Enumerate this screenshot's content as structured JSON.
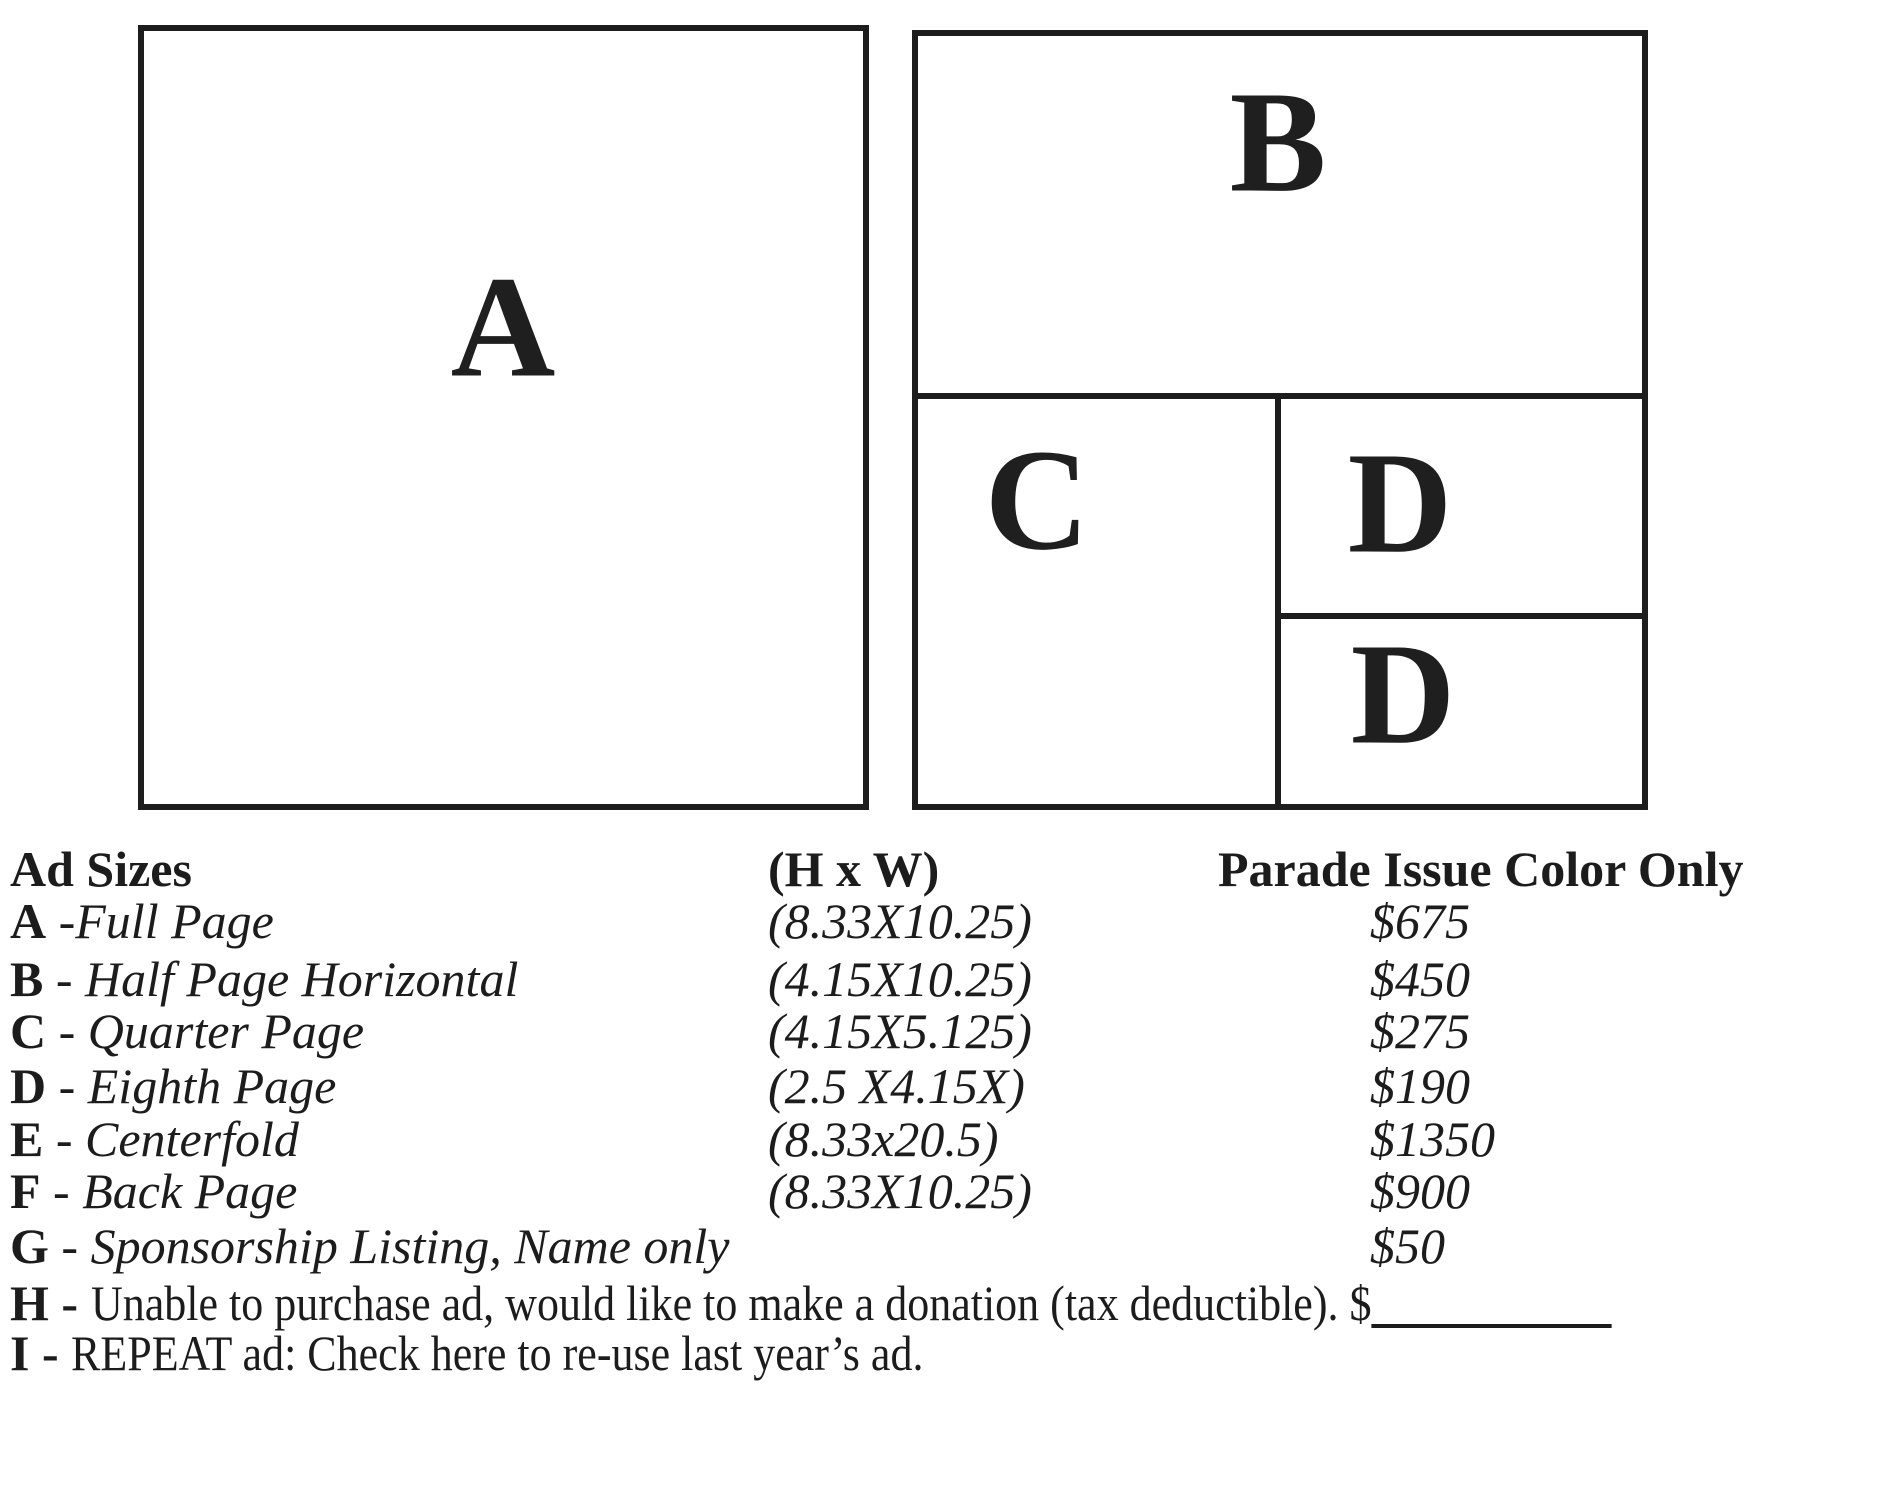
{
  "colors": {
    "ink": "#1d1d1d",
    "background": "#ffffff"
  },
  "diagram": {
    "labels": {
      "a": "A",
      "b": "B",
      "c": "C",
      "d_top": "D",
      "d_bottom": "D"
    }
  },
  "table": {
    "headers": {
      "col1": "Ad Sizes",
      "col2": "(H x W)",
      "col3": "Parade Issue Color Only"
    },
    "rows": [
      {
        "letter": "A",
        "sep": " -",
        "name": "Full Page",
        "size": "(8.33X10.25)",
        "price": "$675"
      },
      {
        "letter": "B",
        "sep": " - ",
        "name": "Half Page Horizontal",
        "size": "(4.15X10.25)",
        "price": "$450"
      },
      {
        "letter": "C",
        "sep": " - ",
        "name": "Quarter Page",
        "size": "(4.15X5.125)",
        "price": "$275"
      },
      {
        "letter": "D",
        "sep": " - ",
        "name": "Eighth Page",
        "size": "(2.5 X4.15X)",
        "price": "$190"
      },
      {
        "letter": "E",
        "sep": " - ",
        "name": "Centerfold",
        "size": "(8.33x20.5)",
        "price": "$1350"
      },
      {
        "letter": "F",
        "sep": " - ",
        "name": "Back Page",
        "size": "(8.33X10.25)",
        "price": "$900"
      },
      {
        "letter": "G",
        "sep": " - ",
        "name": "Sponsorship Listing, Name only",
        "size": "",
        "price": "$50"
      }
    ],
    "row_h": {
      "letter": "H",
      "sep": " - ",
      "text": "Unable to purchase ad, would like to make a donation (tax deductible). $"
    },
    "row_i": {
      "letter": "I",
      "sep": " - ",
      "text": "REPEAT ad: Check here to re-use last year’s ad."
    }
  }
}
